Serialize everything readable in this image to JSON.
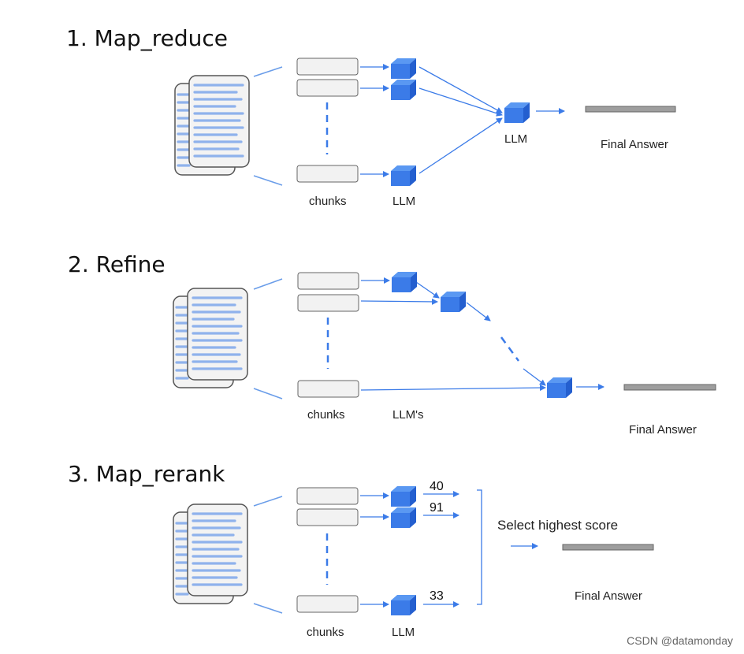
{
  "sections": [
    {
      "title": "1. Map_reduce",
      "chunks_label": "chunks",
      "llm_label": "LLM",
      "combine_label": "LLM",
      "answer_label": "Final Answer"
    },
    {
      "title": "2. Refine",
      "chunks_label": "chunks",
      "llm_label": "LLM's",
      "answer_label": "Final Answer"
    },
    {
      "title": "3. Map_rerank",
      "chunks_label": "chunks",
      "llm_label": "LLM",
      "scores": [
        "40",
        "91",
        "33"
      ],
      "select_label": "Select highest score",
      "answer_label": "Final Answer"
    }
  ],
  "watermark": "CSDN @datamonday",
  "icons": {
    "document": "document-stack-icon",
    "llm": "cube-icon"
  },
  "colors": {
    "accent": "#3b7be8",
    "cube_top": "#5a98f2",
    "cube_side": "#245fcf",
    "doc_lines": "#8fb2ec",
    "chunk_fill": "#f2f2f2",
    "answer_bar": "#9e9e9e"
  }
}
